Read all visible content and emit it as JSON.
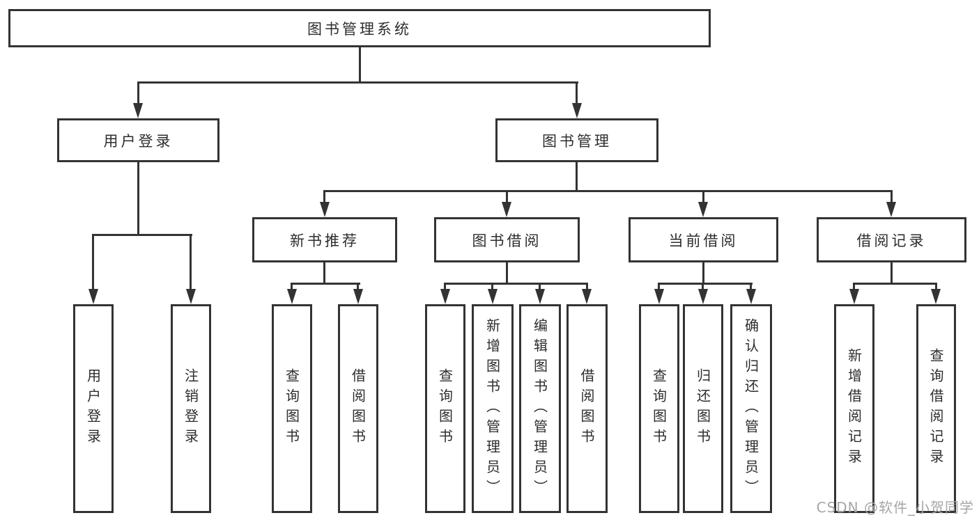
{
  "nodes": {
    "root": "图书管理系统",
    "user_login": "用户登录",
    "book_mgmt": "图书管理",
    "new_books": "新书推荐",
    "book_borrow": "图书借阅",
    "current_borrow": "当前借阅",
    "borrow_records": "借阅记录",
    "leaves": {
      "user_login": [
        "用户登录",
        "注销登录"
      ],
      "new_books": [
        "查询图书",
        "借阅图书"
      ],
      "book_borrow": [
        "查询图书",
        "新增图书（管理员）",
        "编辑图书（管理员）",
        "借阅图书"
      ],
      "current_borrow": [
        "查询图书",
        "归还图书",
        "确认归还（管理员）"
      ],
      "borrow_records": [
        "新增借阅记录",
        "查询借阅记录"
      ]
    }
  },
  "watermark": "CSDN @软件_小贺同学",
  "colors": {
    "line": "#333333",
    "box_background": "#ffffff",
    "text": "#2d2d2d",
    "watermark": "#a6a6a6"
  }
}
